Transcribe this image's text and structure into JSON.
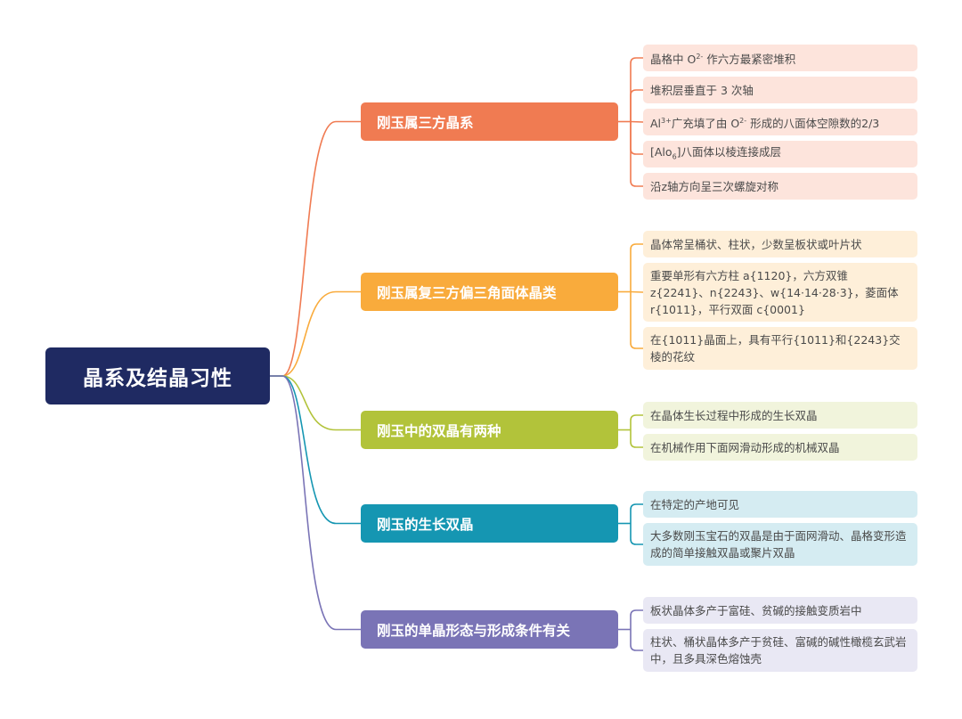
{
  "root": {
    "label": "晶系及结晶习性",
    "color": "#1f2a62"
  },
  "branches": [
    {
      "label": "刚玉属三方晶系",
      "color": "#f07b52",
      "leaf_bg": "#fde4dc",
      "leaves": [
        {
          "parts": [
            "晶格中 ",
            "O",
            "2-",
            " 作六方最紧密堆积"
          ],
          "kinds": [
            "t",
            "t",
            "sup",
            "t"
          ]
        },
        {
          "parts": [
            "堆积层垂直于 3 次轴"
          ],
          "kinds": [
            "t"
          ]
        },
        {
          "parts": [
            "Al",
            "3+",
            "广充填了由 ",
            "O",
            "2-",
            " 形成的八面体空隙数的2/3"
          ],
          "kinds": [
            "t",
            "sup",
            "t",
            "t",
            "sup",
            "t"
          ]
        },
        {
          "parts": [
            "[Alo",
            "6",
            "]八面体以棱连接成层"
          ],
          "kinds": [
            "t",
            "sub",
            "t"
          ]
        },
        {
          "parts": [
            "沿z轴方向呈三次螺旋对称"
          ],
          "kinds": [
            "t"
          ]
        }
      ]
    },
    {
      "label": "刚玉属复三方偏三角面体晶类",
      "color": "#f9ab3c",
      "leaf_bg": "#feefd9",
      "leaves": [
        {
          "parts": [
            "晶体常呈桶状、柱状，少数呈板状或叶片状"
          ],
          "kinds": [
            "t"
          ]
        },
        {
          "parts": [
            "重要单形有六方柱 a{1120}，六方双锥 z{2241}、n{2243}、w{14·14·28·3}，菱面体 r{1011}，平行双面 c{0001}"
          ],
          "kinds": [
            "t"
          ]
        },
        {
          "parts": [
            "在{1011}晶面上，具有平行{1011}和{2243}交棱的花纹"
          ],
          "kinds": [
            "t"
          ]
        }
      ]
    },
    {
      "label": "刚玉中的双晶有两种",
      "color": "#b2c33a",
      "leaf_bg": "#f1f4dc",
      "leaves": [
        {
          "parts": [
            "在晶体生长过程中形成的生长双晶"
          ],
          "kinds": [
            "t"
          ]
        },
        {
          "parts": [
            "在机械作用下面网滑动形成的机械双晶"
          ],
          "kinds": [
            "t"
          ]
        }
      ]
    },
    {
      "label": "刚玉的生长双晶",
      "color": "#1596b2",
      "leaf_bg": "#d5ecf2",
      "leaves": [
        {
          "parts": [
            "在特定的产地可见"
          ],
          "kinds": [
            "t"
          ]
        },
        {
          "parts": [
            "大多数刚玉宝石的双晶是由于面网滑动、晶格变形造成的简单接触双晶或聚片双晶"
          ],
          "kinds": [
            "t"
          ]
        }
      ]
    },
    {
      "label": "刚玉的单晶形态与形成条件有关",
      "color": "#7a74b6",
      "leaf_bg": "#e9e8f4",
      "leaves": [
        {
          "parts": [
            "板状晶体多产于富硅、贫碱的接触变质岩中"
          ],
          "kinds": [
            "t"
          ]
        },
        {
          "parts": [
            "柱状、桶状晶体多产于贫硅、富碱的碱性橄榄玄武岩中，且多具深色熔蚀壳"
          ],
          "kinds": [
            "t"
          ]
        }
      ]
    }
  ]
}
